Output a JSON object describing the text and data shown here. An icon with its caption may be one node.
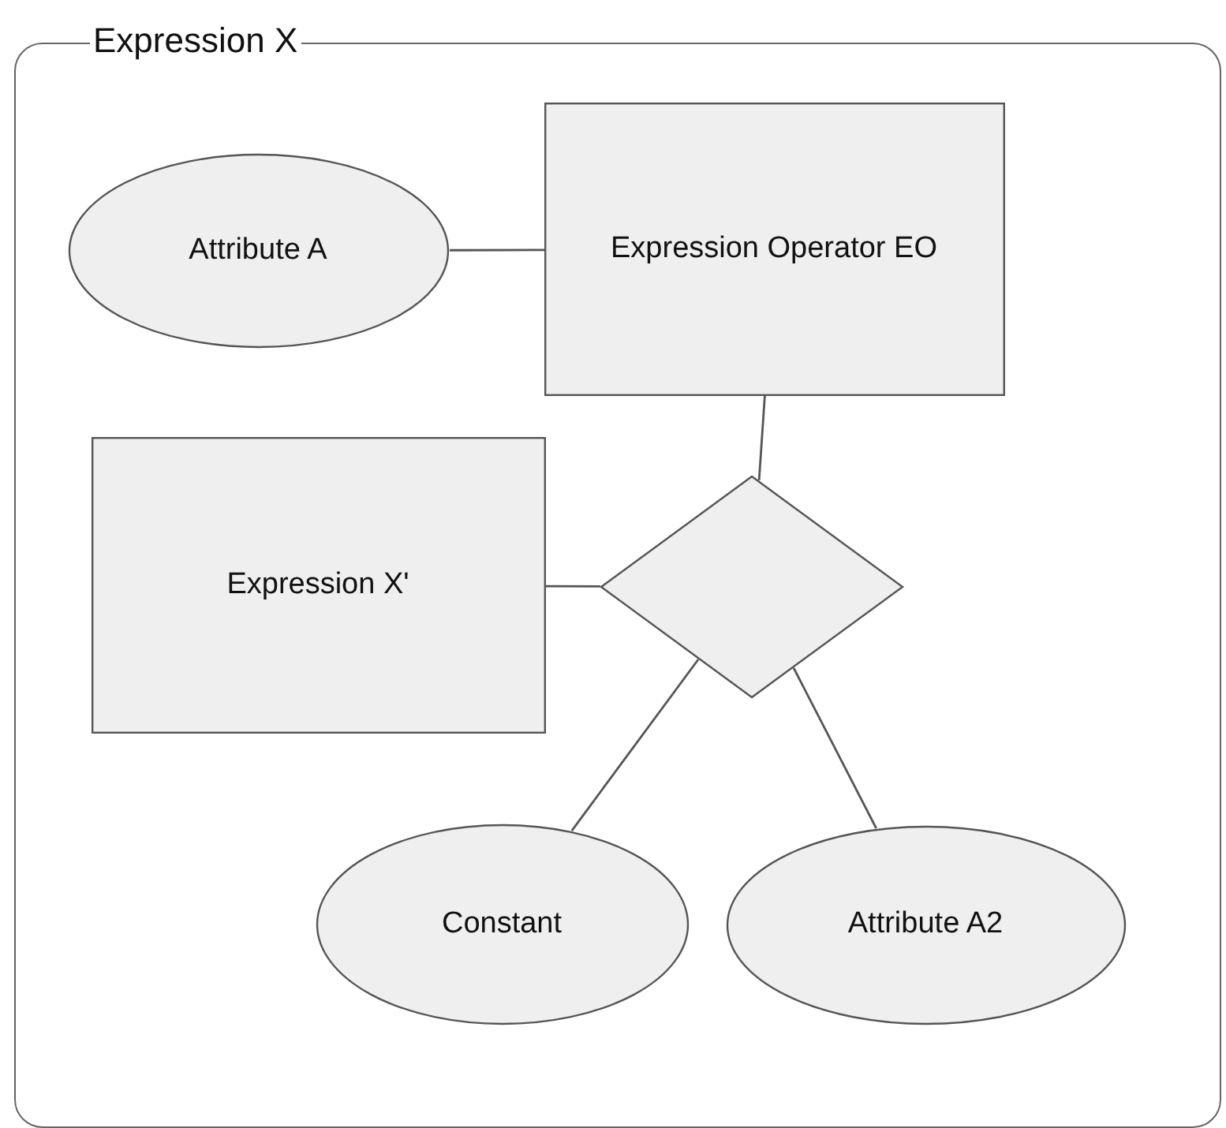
{
  "diagram": {
    "nodes": [
      {
        "text": [
          "Expression X"
        ]
      },
      {
        "text": [
          "Attribute A"
        ],
        "in": 0
      },
      {
        "text": [
          "Expression Operator EO"
        ],
        "in": 0
      },
      {
        "text": [
          "Expression X'"
        ],
        "in": 0
      },
      {
        "text": [],
        "shape": "diamond",
        "in": 0
      },
      {
        "text": [
          "Constant"
        ],
        "in": 0
      },
      {
        "text": [
          "Attribute A2"
        ],
        "in": 0
      }
    ],
    "edges": [
      {
        "from": 1,
        "to": 2,
        "arrow": "none"
      },
      {
        "from": 2,
        "to": 4,
        "arrow": "none"
      },
      {
        "from": 3,
        "to": 4,
        "arrow": "none"
      },
      {
        "from": 4,
        "to": 5,
        "arrow": "none"
      },
      {
        "from": 4,
        "to": 6,
        "arrow": "none"
      }
    ]
  }
}
